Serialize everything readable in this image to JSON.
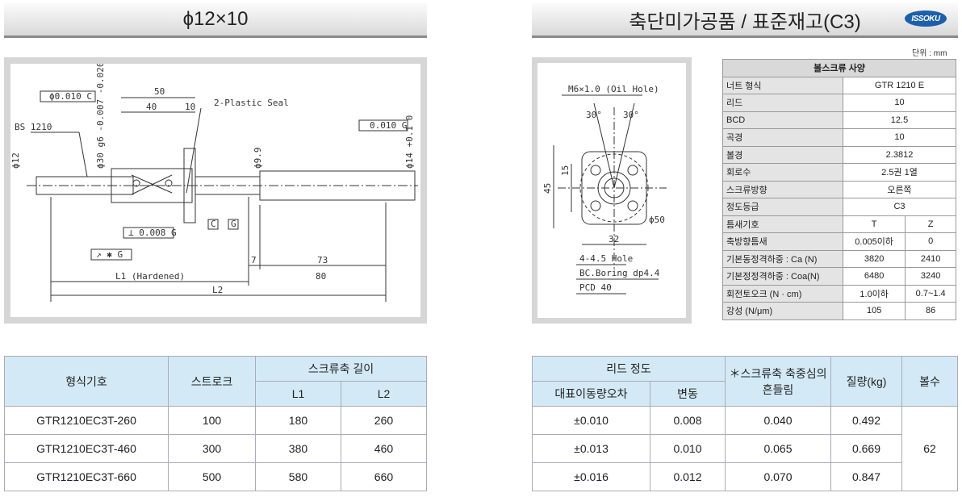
{
  "left_header": {
    "title": "ϕ12×10"
  },
  "right_header": {
    "title": "축단미가공품 / 표준재고(C3)",
    "logo": "ISSOKU"
  },
  "unit_label": "단위 : mm",
  "drawing": {
    "tol1": "ϕ0.010 C",
    "dim_50": "50",
    "dim_40": "40",
    "dim_10": "10",
    "plastic_seal": "2-Plastic Seal",
    "bs": "BS 1210",
    "d30": "ϕ30 g6 -0.007 -0.020",
    "d9": "ϕ9.9",
    "tol2": "0.010 G",
    "d14": "ϕ14 +0.1 0",
    "d12": "ϕ12",
    "c_box": "C",
    "g_box": "G",
    "tol3": "⊥ 0.008 G",
    "tol4": "↗ ✱ G",
    "dim_7": "7",
    "dim_73": "73",
    "dim_80": "80",
    "l1": "L1 (Hardened)",
    "l2": "L2"
  },
  "flange": {
    "oil_hole": "M6×1.0 (Oil Hole)",
    "a30l": "30°",
    "a30r": "30°",
    "d45": "45",
    "d15": "15",
    "d50": "ϕ50",
    "d32": "32",
    "holes": "4-4.5 Hole",
    "boring": "BC.Boring dp4.4",
    "pcd": "PCD 40"
  },
  "spec": {
    "title": "볼스크류 사양",
    "rows": [
      {
        "label": "너트 형식",
        "value": "GTR 1210 E"
      },
      {
        "label": "리드",
        "value": "10"
      },
      {
        "label": "BCD",
        "value": "12.5"
      },
      {
        "label": "곡경",
        "value": "10"
      },
      {
        "label": "볼경",
        "value": "2.3812"
      },
      {
        "label": "회로수",
        "value": "2.5권 1열"
      },
      {
        "label": "스크류방향",
        "value": "오른쪽"
      },
      {
        "label": "정도등급",
        "value": "C3"
      }
    ],
    "rows2": [
      {
        "label": "틈새기호",
        "t": "T",
        "z": "Z"
      },
      {
        "label": "축방향틈새",
        "t": "0.005이하",
        "z": "0"
      },
      {
        "label": "기본동정격하중 : Ca (N)",
        "t": "3820",
        "z": "2410"
      },
      {
        "label": "기본정정격하중 : Coa(N)",
        "t": "6480",
        "z": "3240"
      },
      {
        "label": "회전토오크 (N · cm)",
        "t": "1.0이하",
        "z": "0.7~1.4"
      },
      {
        "label": "강성 (N/μm)",
        "t": "105",
        "z": "86"
      }
    ]
  },
  "table1": {
    "h_model": "형식기호",
    "h_stroke": "스트로크",
    "h_len": "스크류축 길이",
    "h_l1": "L1",
    "h_l2": "L2",
    "rows": [
      {
        "model": "GTR1210EC3T-260",
        "stroke": "100",
        "l1": "180",
        "l2": "260"
      },
      {
        "model": "GTR1210EC3T-460",
        "stroke": "300",
        "l1": "380",
        "l2": "460"
      },
      {
        "model": "GTR1210EC3T-660",
        "stroke": "500",
        "l1": "580",
        "l2": "660"
      }
    ]
  },
  "table2": {
    "h_lead": "리드 정도",
    "h_rep": "대표이동량오차",
    "h_var": "변동",
    "h_runout": "＊스크류축 축중심의 흔들림",
    "h_mass": "질량(kg)",
    "h_balls": "볼수",
    "balls": "62",
    "rows": [
      {
        "rep": "±0.010",
        "var": "0.008",
        "runout": "0.040",
        "mass": "0.492"
      },
      {
        "rep": "±0.013",
        "var": "0.010",
        "runout": "0.065",
        "mass": "0.669"
      },
      {
        "rep": "±0.016",
        "var": "0.012",
        "runout": "0.070",
        "mass": "0.847"
      }
    ]
  }
}
